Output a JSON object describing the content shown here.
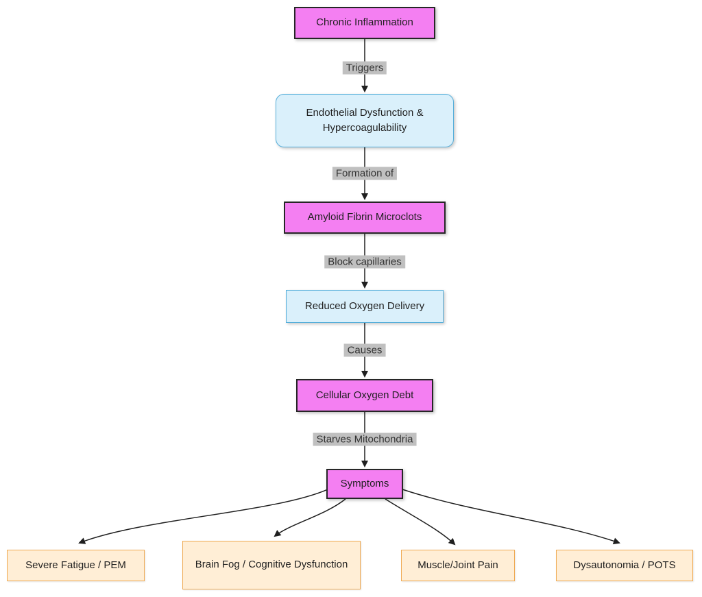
{
  "diagram": {
    "type": "flowchart",
    "direction": "top-down",
    "nodes": {
      "chronic": {
        "label": "Chronic Inflammation",
        "style": "magenta"
      },
      "endothelial": {
        "label": "Endothelial Dysfunction & Hypercoagulability",
        "style": "blue-rounded"
      },
      "microclots": {
        "label": "Amyloid Fibrin Microclots",
        "style": "magenta"
      },
      "reduced_oxygen": {
        "label": "Reduced Oxygen Delivery",
        "style": "blue"
      },
      "oxygen_debt": {
        "label": "Cellular Oxygen Debt",
        "style": "magenta"
      },
      "symptoms": {
        "label": "Symptoms",
        "style": "magenta"
      },
      "fatigue": {
        "label": "Severe Fatigue / PEM",
        "style": "orange"
      },
      "brain_fog": {
        "label": "Brain Fog / Cognitive Dysfunction",
        "style": "orange"
      },
      "muscle_joint": {
        "label": "Muscle/Joint Pain",
        "style": "orange"
      },
      "dysautonomia": {
        "label": "Dysautonomia / POTS",
        "style": "orange"
      }
    },
    "edges": [
      {
        "from": "Chronic Inflammation",
        "to": "Endothelial Dysfunction & Hypercoagulability",
        "label": "Triggers"
      },
      {
        "from": "Endothelial Dysfunction & Hypercoagulability",
        "to": "Amyloid Fibrin Microclots",
        "label": "Formation of"
      },
      {
        "from": "Amyloid Fibrin Microclots",
        "to": "Reduced Oxygen Delivery",
        "label": "Block capillaries"
      },
      {
        "from": "Reduced Oxygen Delivery",
        "to": "Cellular Oxygen Debt",
        "label": "Causes"
      },
      {
        "from": "Cellular Oxygen Debt",
        "to": "Symptoms",
        "label": "Starves Mitochondria"
      },
      {
        "from": "Symptoms",
        "to": "Severe Fatigue / PEM",
        "label": ""
      },
      {
        "from": "Symptoms",
        "to": "Brain Fog / Cognitive Dysfunction",
        "label": ""
      },
      {
        "from": "Symptoms",
        "to": "Muscle/Joint Pain",
        "label": ""
      },
      {
        "from": "Symptoms",
        "to": "Dysautonomia / POTS",
        "label": ""
      }
    ],
    "colors": {
      "node_magenta_fill": "#f47ff2",
      "node_magenta_border": "#262626",
      "node_blue_fill": "#daf0fb",
      "node_blue_border": "#55aeda",
      "node_orange_fill": "#ffeed6",
      "node_orange_border": "#efaa53",
      "edge_label_bg": "#c0c0c0",
      "edge_line": "#1f1f1f",
      "background": "#ffffff"
    }
  }
}
